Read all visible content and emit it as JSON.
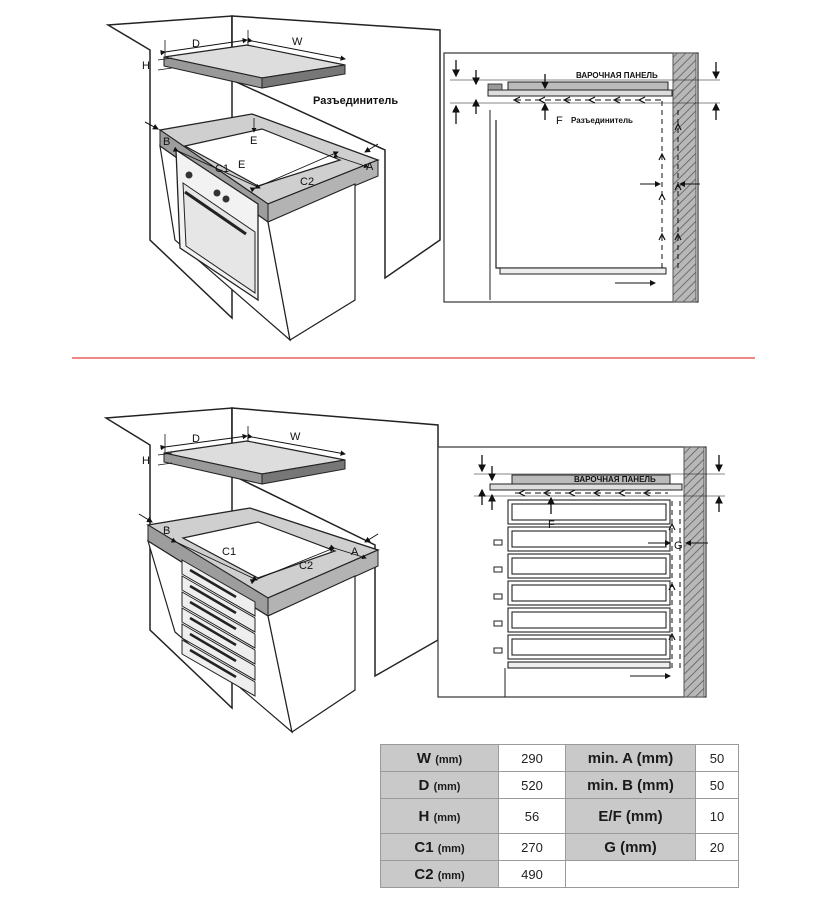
{
  "top_scene": {
    "labels": {
      "d": "D",
      "w": "W",
      "h": "H",
      "divider": "Разъединитель",
      "b": "B",
      "e1": "E",
      "e2": "E",
      "c1": "C1",
      "c2": "C2",
      "a": "A"
    }
  },
  "top_side": {
    "labels": {
      "panel": "ВАРОЧНАЯ ПАНЕЛЬ",
      "f": "F",
      "divider": "Разъединитель"
    }
  },
  "bottom_scene": {
    "labels": {
      "d": "D",
      "w": "W",
      "h": "H",
      "b": "B",
      "c1": "C1",
      "c2": "C2",
      "a": "A"
    }
  },
  "bottom_side": {
    "labels": {
      "panel": "ВАРОЧНАЯ ПАНЕЛЬ",
      "f": "F",
      "g": "G"
    }
  },
  "colors": {
    "separator": "#e8423a",
    "wall_hatch": "#9a9a9a",
    "header_cell": "#c9c9c9"
  },
  "table": {
    "unit": "(mm)",
    "rows": [
      {
        "k1": "W",
        "v1": "290",
        "k2": "min. A",
        "v2": "50"
      },
      {
        "k1": "D",
        "v1": "520",
        "k2": "min. B",
        "v2": "50"
      },
      {
        "k1": "H",
        "v1": "56",
        "k2": "E/F",
        "v2": "10"
      },
      {
        "k1": "C1",
        "v1": "270",
        "k2": "G",
        "v2": "20"
      },
      {
        "k1": "C2",
        "v1": "490",
        "k2": "",
        "v2": ""
      }
    ]
  }
}
